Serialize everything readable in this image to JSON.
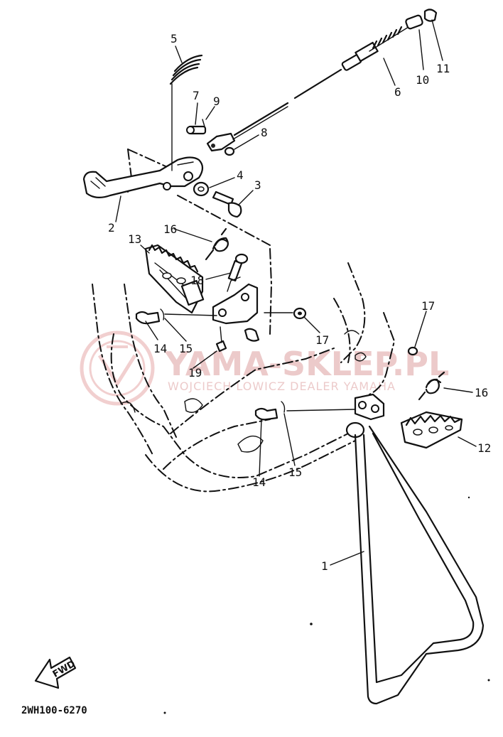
{
  "callouts": [
    {
      "id": "c1",
      "text": "1"
    },
    {
      "id": "c2",
      "text": "2"
    },
    {
      "id": "c3",
      "text": "3"
    },
    {
      "id": "c4",
      "text": "4"
    },
    {
      "id": "c5",
      "text": "5"
    },
    {
      "id": "c6",
      "text": "6"
    },
    {
      "id": "c7",
      "text": "7"
    },
    {
      "id": "c8",
      "text": "8"
    },
    {
      "id": "c9",
      "text": "9"
    },
    {
      "id": "c10",
      "text": "10"
    },
    {
      "id": "c11",
      "text": "11"
    },
    {
      "id": "c12",
      "text": "12"
    },
    {
      "id": "c13",
      "text": "13"
    },
    {
      "id": "c14a",
      "text": "14"
    },
    {
      "id": "c14b",
      "text": "14"
    },
    {
      "id": "c15a",
      "text": "15"
    },
    {
      "id": "c15b",
      "text": "15"
    },
    {
      "id": "c16a",
      "text": "16"
    },
    {
      "id": "c16b",
      "text": "16"
    },
    {
      "id": "c17a",
      "text": "17"
    },
    {
      "id": "c17b",
      "text": "17"
    },
    {
      "id": "c18",
      "text": "18"
    },
    {
      "id": "c19",
      "text": "19"
    }
  ],
  "watermark": {
    "title": "YAMA-SKLEP.PL",
    "subtitle": "WOJCIECH LOWICZ DEALER YAMAHA",
    "color": "#e6b9b9"
  },
  "fwd_label": "FWD",
  "diagram_code": "2WH100-6270",
  "colors": {
    "line": "#111111",
    "background": "#ffffff"
  }
}
